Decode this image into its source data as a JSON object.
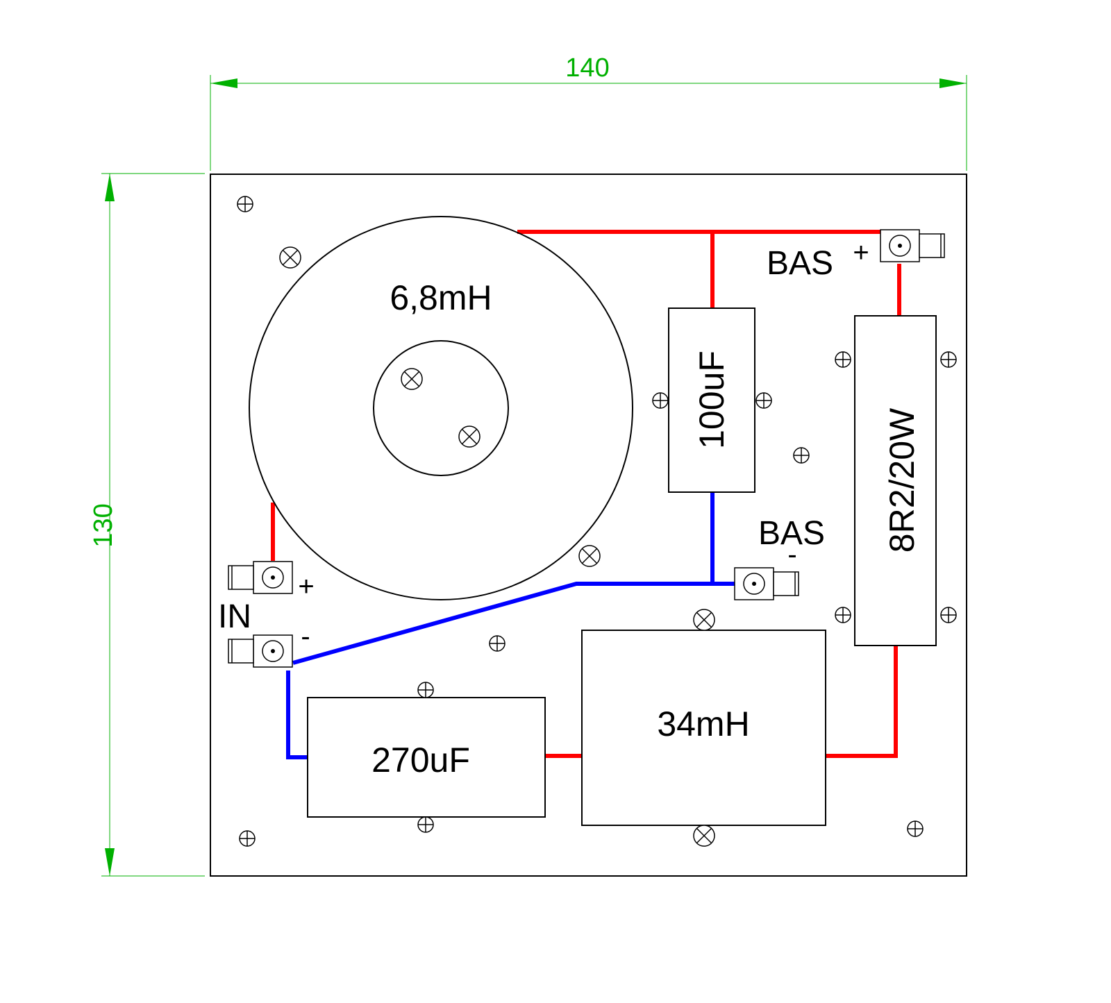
{
  "dimensions": {
    "width_label": "140",
    "height_label": "130"
  },
  "components": {
    "inductor_small": "6,8mH",
    "capacitor_100": "100uF",
    "resistor": "8R2/20W",
    "capacitor_270": "270uF",
    "inductor_large": "34mH"
  },
  "terminals": {
    "bas_label_top": "BAS",
    "bas_plus": "+",
    "bas_label_bottom": "BAS",
    "bas_minus": "-",
    "in_label": "IN",
    "in_plus": "+",
    "in_minus": "-"
  },
  "colors": {
    "positive_wire": "#ff0000",
    "negative_wire": "#0000ff",
    "dimension": "#00b000",
    "outline": "#000000"
  }
}
